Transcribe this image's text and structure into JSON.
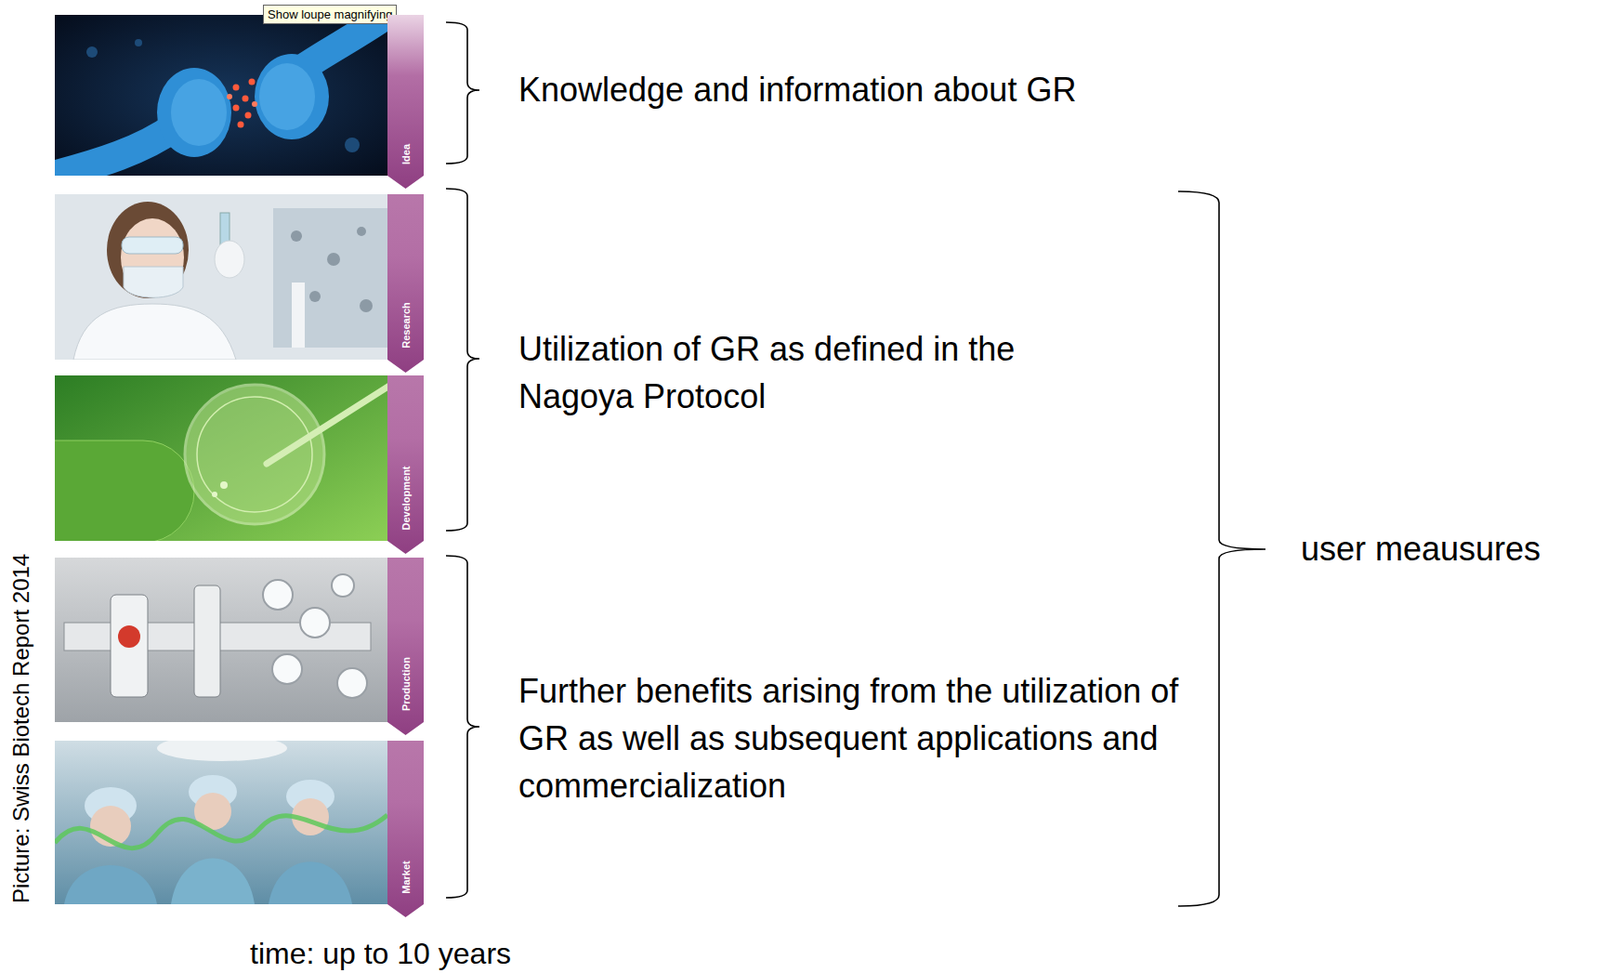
{
  "diagram": {
    "nodes": [
      {
        "text": [
          "Show loupe magnifying"
        ]
      },
      {
        "text": [
          "Idea"
        ]
      },
      {
        "text": [
          "Research"
        ]
      },
      {
        "text": [
          "Development"
        ]
      },
      {
        "text": [
          "Production"
        ]
      },
      {
        "text": [
          "Market"
        ]
      }
    ],
    "labels": [
      "Knowledge and information about GR",
      "Utilization of GR as defined in the Nagoya Protocol",
      "Further benefits arising from the utilization of GR as well as subsequent applications and commercialization",
      "user meausures",
      "Picture: Swiss Biotech Report 2014",
      "time: up to 10 years"
    ]
  }
}
